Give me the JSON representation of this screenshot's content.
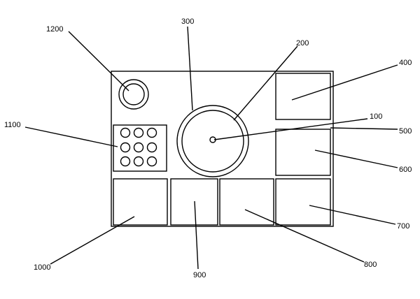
{
  "labels": {
    "l100": "100",
    "l200": "200",
    "l300": "300",
    "l400": "400",
    "l500": "500",
    "l600": "600",
    "l700": "700",
    "l800": "800",
    "l900": "900",
    "l1000": "1000",
    "l1100": "1100",
    "l1200": "1200"
  }
}
